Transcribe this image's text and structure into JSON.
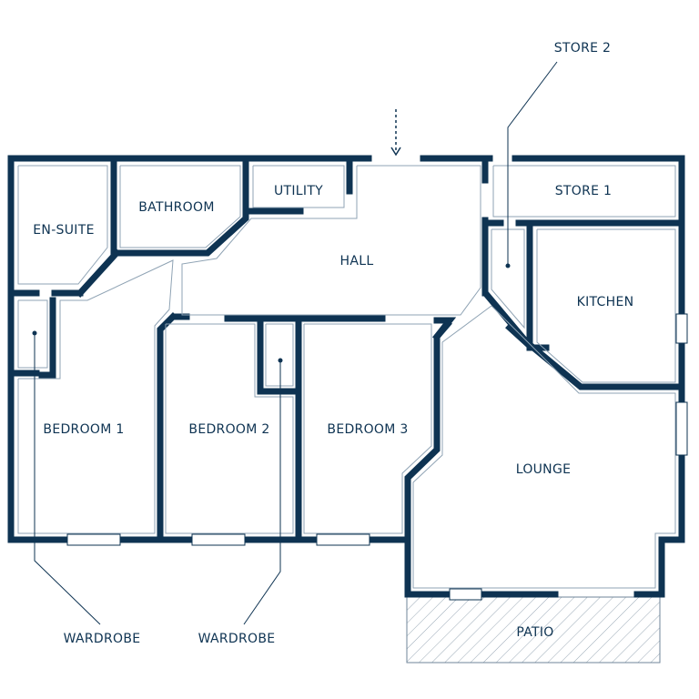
{
  "labels": {
    "store2": "STORE 2",
    "store1": "STORE 1",
    "utility": "UTILITY",
    "bathroom": "BATHROOM",
    "ensuite": "EN-SUITE",
    "hall": "HALL",
    "kitchen": "KITCHEN",
    "bedroom1": "BEDROOM 1",
    "bedroom2": "BEDROOM 2",
    "bedroom3": "BEDROOM 3",
    "lounge": "LOUNGE",
    "patio": "PATIO",
    "wardrobe1": "WARDROBE",
    "wardrobe2": "WARDROBE"
  },
  "colors": {
    "wall": "#0e3352",
    "background": "#ffffff"
  }
}
